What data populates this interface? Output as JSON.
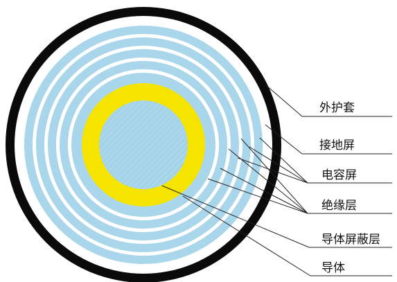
{
  "colors": {
    "jacket": "#0a0a0a",
    "insulation_layer": "#a9d6ea",
    "capacitive_screen": "#ffffff",
    "conductor_shield": "#f5e400",
    "conductor": "#a9d6ea",
    "leader_line": "#222222",
    "background": "#ffffff"
  },
  "labels": [
    {
      "id": "jacket",
      "text": "外护套"
    },
    {
      "id": "ground-screen",
      "text": "接地屏"
    },
    {
      "id": "capacitive-screen",
      "text": "电容屏"
    },
    {
      "id": "insulation",
      "text": "绝缘层"
    },
    {
      "id": "conductor-shield",
      "text": "导体屏蔽层"
    },
    {
      "id": "conductor",
      "text": "导体"
    }
  ]
}
